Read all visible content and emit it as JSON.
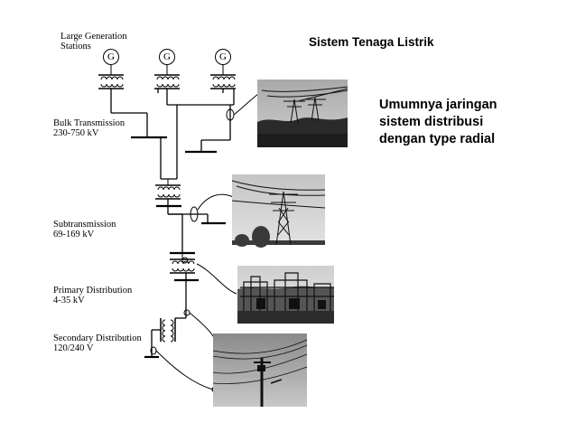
{
  "slide": {
    "title": "Sistem Tenaga Listrik",
    "side_text": [
      "Umumnya jaringan",
      "sistem distribusi",
      "dengan type radial"
    ]
  },
  "levels": [
    {
      "name": "Large Generation",
      "name2": "Stations",
      "voltage": ""
    },
    {
      "name": "Bulk Transmission",
      "voltage": "230-750 kV"
    },
    {
      "name": "Subtransmission",
      "voltage": "69-169 kV"
    },
    {
      "name": "Primary Distribution",
      "voltage": "4-35 kV"
    },
    {
      "name": "Secondary Distribution",
      "voltage": "120/240 V"
    }
  ],
  "generator_symbol": "G",
  "photos": [
    {
      "subject": "transmission tower line",
      "icon": "photo-transmission-towers"
    },
    {
      "subject": "lattice subtransmission tower",
      "icon": "photo-lattice-tower"
    },
    {
      "subject": "distribution substation",
      "icon": "photo-substation"
    },
    {
      "subject": "utility pole with transformer",
      "icon": "photo-utility-pole"
    }
  ]
}
